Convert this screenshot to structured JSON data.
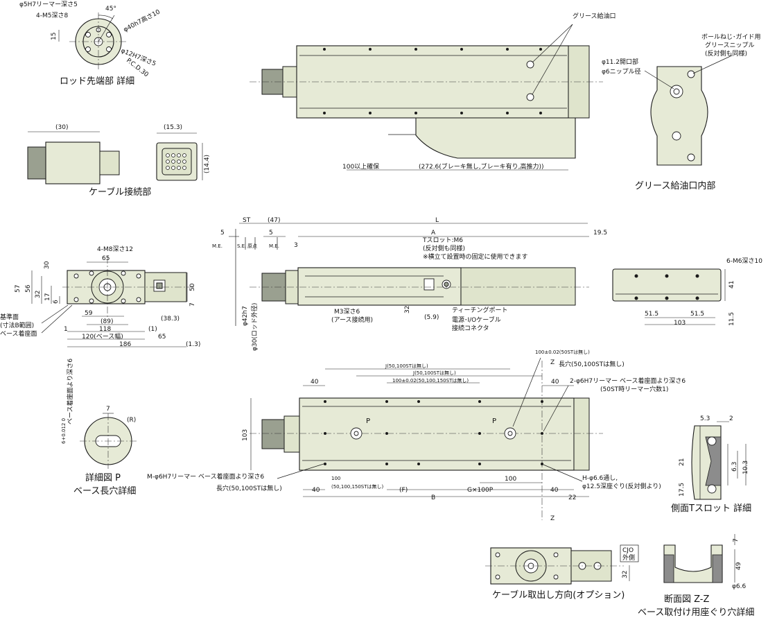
{
  "rod_tip": {
    "title": "ロッド先端部 詳細",
    "labels": [
      "φ5H7リーマー深さ5",
      "4-M5深さ8",
      "45°",
      "φ40h7高さ10",
      "15",
      "φ12H7深さ5",
      "P.C.D.30"
    ]
  },
  "cable_connection": {
    "title": "ケーブル接続部",
    "labels": [
      "(30)",
      "(15.3)",
      "(14.4)"
    ]
  },
  "top_view": {
    "labels": [
      "グリース給油口",
      "100以上確保",
      "(272.6(ブレーキ無し,ブレーキ有り,高推力))"
    ]
  },
  "grease_detail": {
    "title": "グリース給油口内部",
    "labels": [
      "ボールねじ･ガイド用",
      "グリースニップル",
      "(反対側も同様)",
      "φ11.2開口部",
      "φ6ニップル径"
    ]
  },
  "front_view": {
    "labels": [
      "4-M8深さ12",
      "65",
      "30",
      "57",
      "56",
      "32",
      "17",
      "6",
      "59",
      "(89)",
      "118",
      "120(ベース幅)",
      "186",
      "1",
      "(1)",
      "65",
      "(38.3)",
      "(1.3)",
      "50",
      "7",
      "基準面",
      "(寸法B範囲)",
      "ベース着座面"
    ]
  },
  "side_view": {
    "labels": [
      "5",
      "ST",
      "(47)",
      "5",
      "L",
      "A",
      "19.5",
      "M.E.",
      "S.E.",
      "原点",
      "M.E.",
      "3",
      "Tスロット:M6",
      "(反対側も同様)",
      "※横立て設置時の固定に使用できます",
      "φ42h7",
      "φ30(ロッド外径)",
      "M3深さ6",
      "(アース接続用)",
      "32",
      "(5.9)",
      "ティーチングポート",
      "電源･I/Oケーブル",
      "接続コネクタ"
    ]
  },
  "end_view": {
    "labels": [
      "6-M6深さ10",
      "41",
      "51.5",
      "51.5",
      "103",
      "11.5"
    ]
  },
  "bottom_view": {
    "labels": [
      "100±0.02(50STは無し)",
      "Z",
      "長穴(50,100STは無し)",
      "J(50,100STは無し)",
      "J(50,100STは無し)",
      "100±0.02(50,100,150STは無し)",
      "40",
      "40",
      "2-φ6H7リーマー ベース着座面より深さ6",
      "(50ST時リーマー穴数1)",
      "103",
      "P",
      "P",
      "M-φ6H7リーマー ベース着座面より深さ6",
      "100",
      "(50,100,150STは無し)",
      "100",
      "H-φ6.6通し,",
      "φ12.5深座ぐり(反対側より)",
      "長穴(50,100STは無し)",
      "40",
      "(F)",
      "G×100P",
      "40",
      "22",
      "B",
      "Z"
    ]
  },
  "slot_detail": {
    "title": "詳細図 P",
    "subtitle": "ベース長穴詳細",
    "labels": [
      "6+0.012 0",
      "ベース着座面より深さ6",
      "7",
      "(R)"
    ]
  },
  "tslot_detail": {
    "title": "側面Tスロット 詳細",
    "labels": [
      "5.3",
      "2",
      "21",
      "6.3",
      "10.3",
      "17.5"
    ]
  },
  "cable_option": {
    "title": "ケーブル取出し方向(オプション)",
    "labels": [
      "CJO",
      "外側",
      "32"
    ]
  },
  "section_zz": {
    "title": "断面図 Z-Z",
    "subtitle": "ベース取付け用座ぐり穴詳細",
    "labels": [
      "7",
      "49",
      "φ6.6"
    ]
  }
}
